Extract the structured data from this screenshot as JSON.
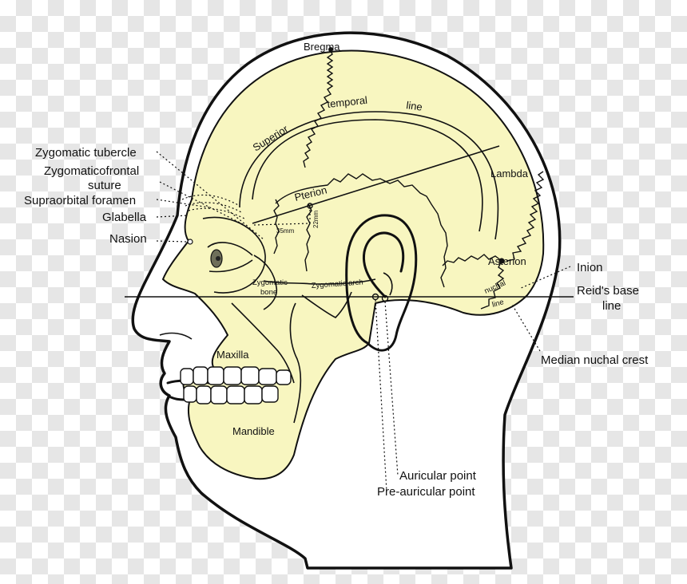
{
  "colors": {
    "bone": "#f8f6c0",
    "skin": "#ffffff",
    "outline": "#111111",
    "eye_iris": "#6f6f5a"
  },
  "labels": {
    "bregma": "Bregma",
    "superior": "Superior",
    "temporal": "temporal",
    "line": "line",
    "lambda": "Lambda",
    "pterion": "Pterion",
    "mm35": "35mm",
    "mm22": "22mm",
    "asterion": "Asterion",
    "inion": "Inion",
    "nuchal": "nuchal",
    "nuchal_line": "line",
    "reids_base": "Reid's base",
    "reids_line": "line",
    "median_nuchal_crest": "Median nuchal crest",
    "zygomatic_tubercle": "Zygomatic tubercle",
    "zygomaticofrontal": "Zygomaticofrontal",
    "suture": "suture",
    "supraorbital_foramen": "Supraorbital foramen",
    "glabella": "Glabella",
    "nasion": "Nasion",
    "zygomatic_bone_1": "Zygomatic",
    "zygomatic_bone_2": "bone",
    "zygomatic_arch": "Zygomatic arch",
    "maxilla": "Maxilla",
    "mandible": "Mandible",
    "auricular_point": "Auricular point",
    "pre_auricular_point": "Pre-auricular point"
  }
}
